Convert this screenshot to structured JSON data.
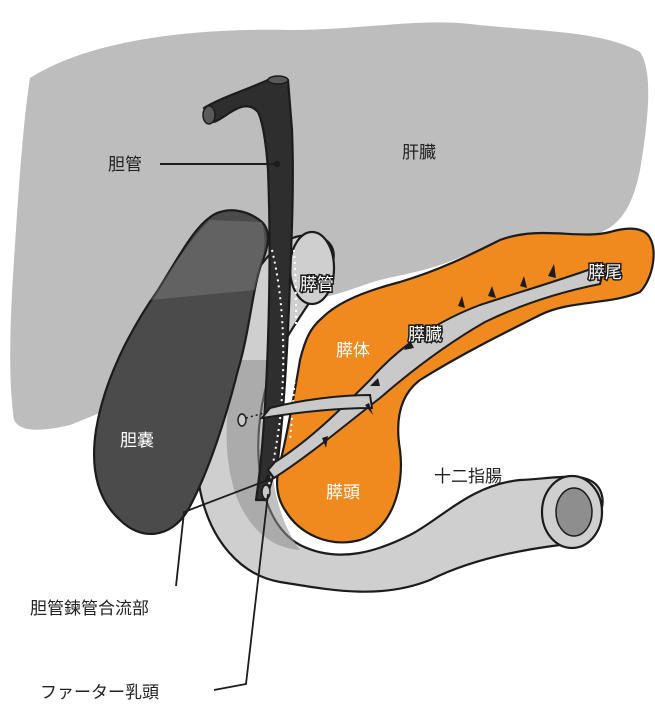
{
  "labels": {
    "bile_duct": "胆管",
    "liver": "肝臓",
    "pancreatic_duct": "膵管",
    "pancreas_tail": "膵尾",
    "pancreas_body": "膵体",
    "pancreas": "膵臓",
    "gallbladder": "胆嚢",
    "duodenum": "十二指腸",
    "pancreas_head": "膵頭",
    "pancreaticobiliary_junction": "胆管鍊管合流部",
    "papilla_of_vater": "ファーター乳頭"
  },
  "colors": {
    "liver": "#bdbdbd",
    "liver_shadow": "#a9a9a9",
    "gallbladder": "#4b4b4b",
    "bile_duct": "#2e2e2e",
    "pancreas": "#f08a1e",
    "duodenum": "#cfcfcf",
    "duodenum_inner": "#8e8e8e",
    "outline": "#1c1c1c"
  }
}
